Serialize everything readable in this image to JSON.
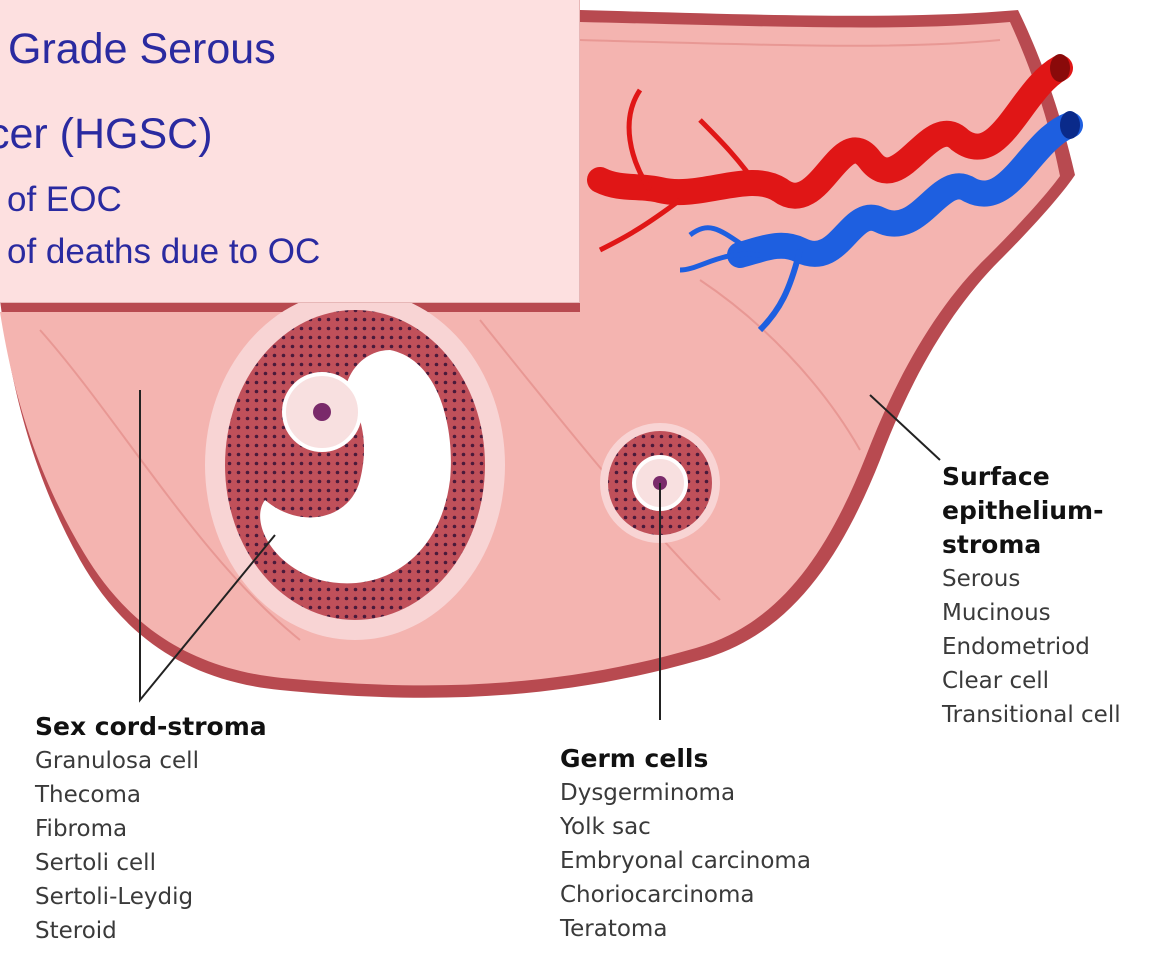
{
  "callout": {
    "line1": "Grade Serous",
    "line2": "cer (HGSC)",
    "line3": "of EOC",
    "line4": "of deaths due to OC"
  },
  "groups": {
    "sex_cord": {
      "heading": "Sex cord-stroma",
      "items": [
        "Granulosa cell",
        "Thecoma",
        "Fibroma",
        "Sertoli cell",
        "Sertoli-Leydig",
        "Steroid"
      ]
    },
    "germ": {
      "heading": "Germ cells",
      "items": [
        "Dysgerminoma",
        "Yolk sac",
        "Embryonal carcinoma",
        "Choriocarcinoma",
        "Teratoma"
      ]
    },
    "surface": {
      "heading_lines": [
        "Surface",
        "epithelium-",
        "stroma"
      ],
      "items": [
        "Serous",
        "Mucinous",
        "Endometriod",
        "Clear cell",
        "Transitional cell"
      ]
    }
  },
  "colors": {
    "stroma": "#f4b4b0",
    "border": "#b84a50",
    "artery": "#e01616",
    "vein": "#1e5fe0",
    "callout_text": "#2a2aa0",
    "callout_bg": "#fde0e0"
  }
}
